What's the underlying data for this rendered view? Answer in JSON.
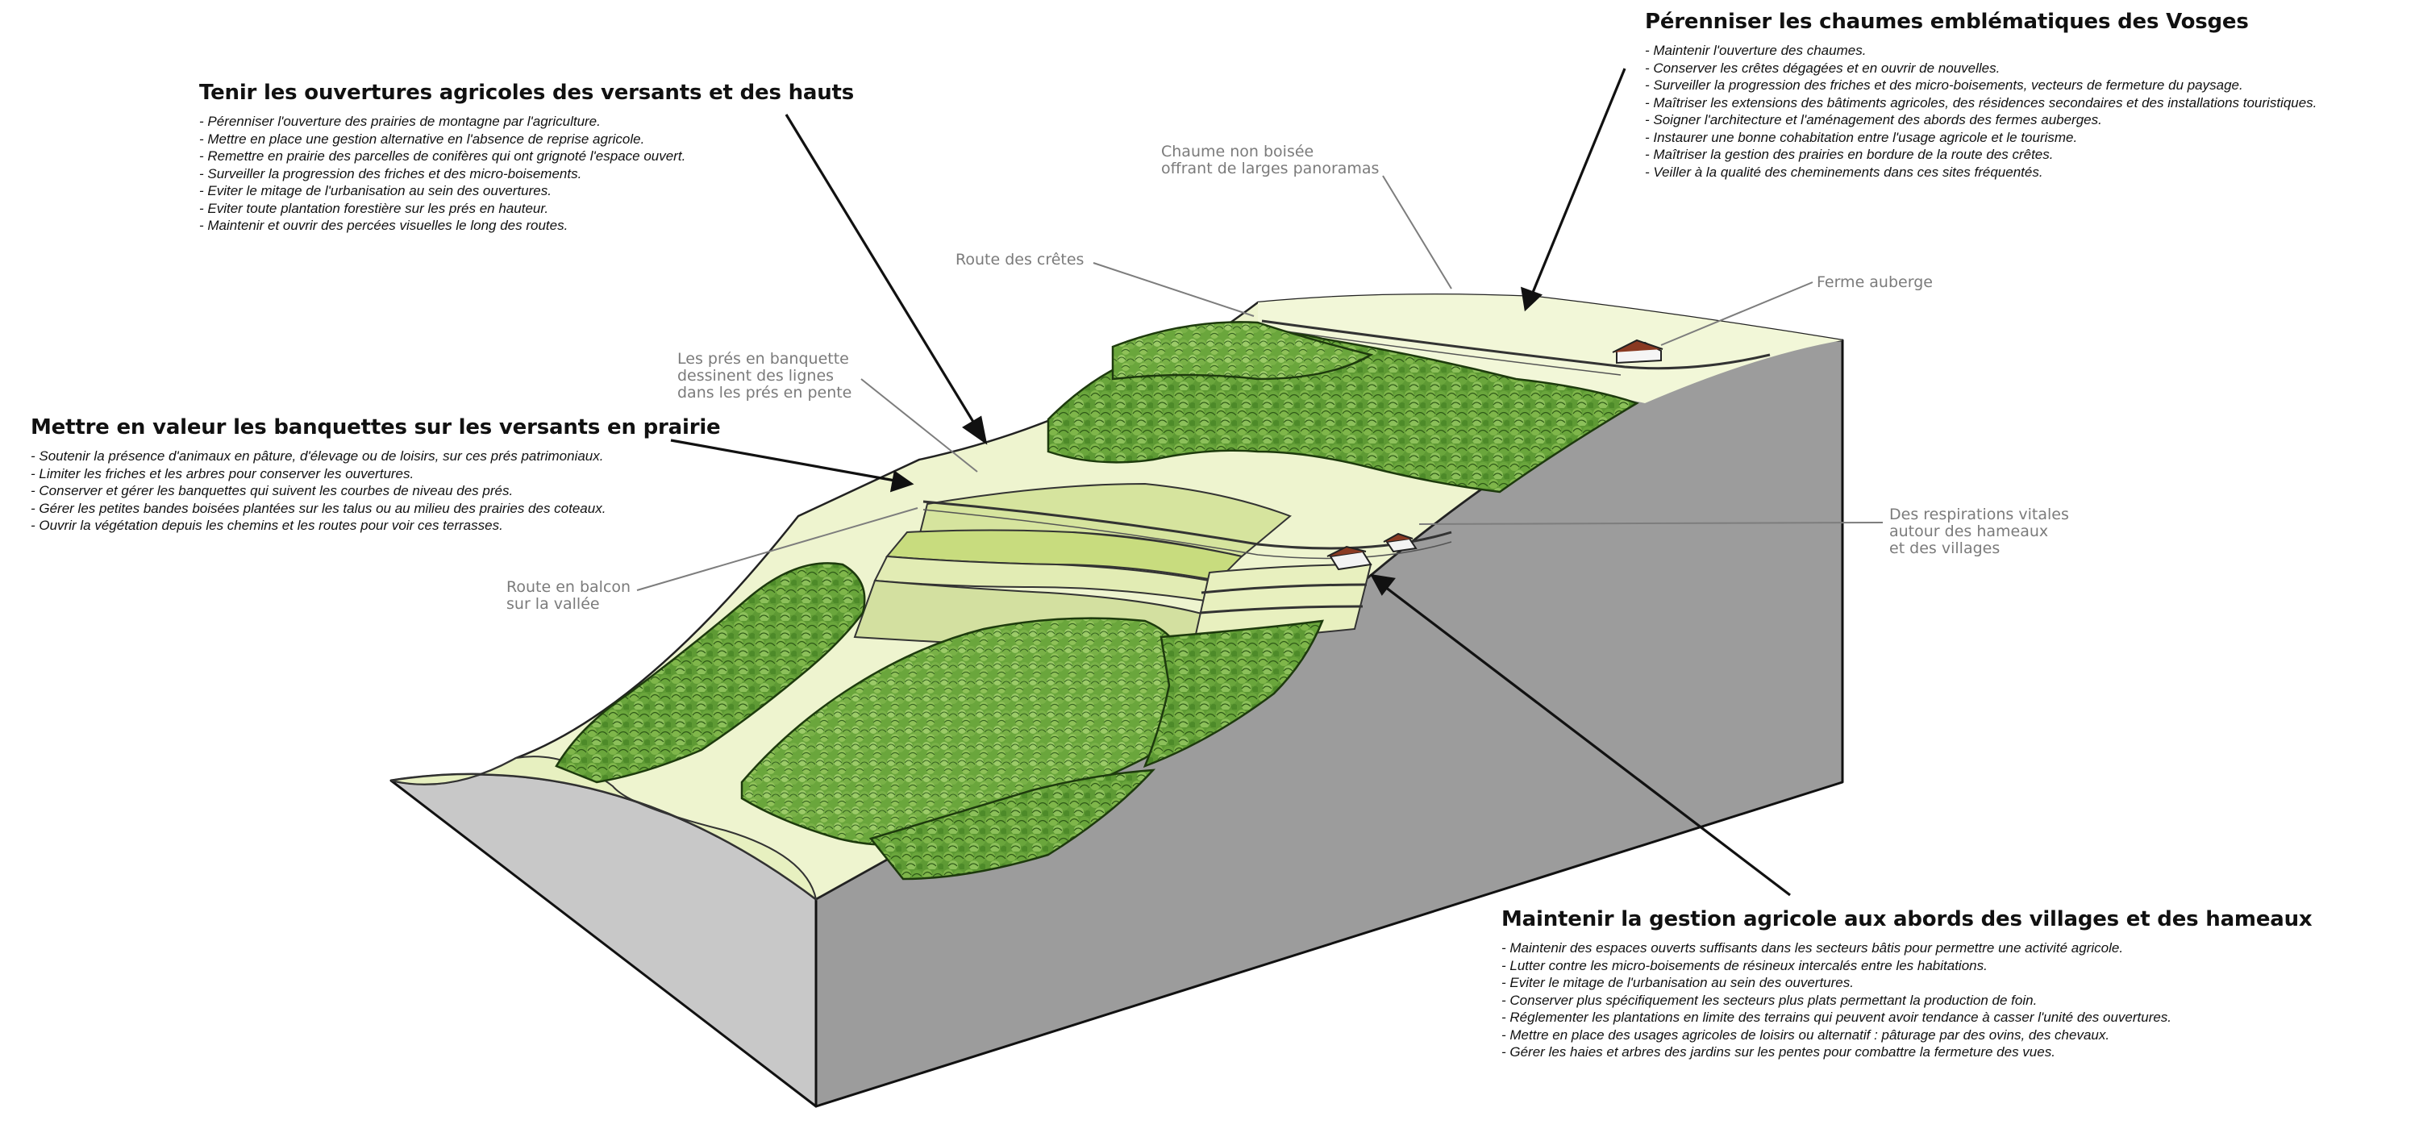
{
  "blocks": [
    {
      "title": "Tenir les ouvertures agricoles des versants et des hauts",
      "items": [
        "- Pérenniser l'ouverture des prairies de montagne par l'agriculture.",
        "- Mettre en place une gestion alternative en l'absence de reprise agricole.",
        "- Remettre en prairie des parcelles de conifères qui ont grignoté l'espace ouvert.",
        "- Surveiller la progression des friches et des micro-boisements.",
        "- Eviter le mitage de l'urbanisation au sein des ouvertures.",
        "- Eviter toute plantation forestière sur les prés en hauteur.",
        "- Maintenir et ouvrir des percées visuelles le long des routes."
      ]
    },
    {
      "title": "Pérenniser les chaumes emblématiques des Vosges",
      "items": [
        "- Maintenir l'ouverture des chaumes.",
        "- Conserver les crêtes dégagées et en ouvrir de nouvelles.",
        "- Surveiller la progression des friches et des micro-boisements, vecteurs de fermeture du paysage.",
        "- Maîtriser les extensions des bâtiments agricoles, des résidences secondaires et des installations touristiques.",
        "- Soigner l'architecture et l'aménagement des abords des fermes auberges.",
        "- Instaurer une bonne cohabitation entre l'usage agricole et le tourisme.",
        "- Maîtriser la gestion des prairies en bordure de la route des crêtes.",
        "- Veiller à la qualité des cheminements dans ces sites fréquentés."
      ]
    },
    {
      "title": "Mettre en valeur les banquettes  sur les versants en prairie",
      "items": [
        "- Soutenir la présence d'animaux en pâture, d'élevage ou de loisirs, sur ces prés patrimoniaux.",
        "- Limiter les friches et les arbres pour conserver les ouvertures.",
        "- Conserver et gérer les banquettes qui suivent les courbes de niveau des prés.",
        "- Gérer les petites bandes boisées plantées sur les talus ou au milieu des prairies des coteaux.",
        "- Ouvrir la végétation depuis les chemins et les routes pour voir ces terrasses."
      ]
    },
    {
      "title": "Maintenir la gestion agricole aux abords des villages et des hameaux",
      "items": [
        "- Maintenir des espaces ouverts suffisants dans les secteurs bâtis pour permettre une activité agricole.",
        "- Lutter contre les micro-boisements de résineux intercalés entre les habitations.",
        "- Eviter le mitage de l'urbanisation au sein des ouvertures.",
        "- Conserver plus spécifiquement les secteurs plus plats permettant la production de foin.",
        "- Réglementer les plantations en limite des terrains qui peuvent avoir tendance à casser l'unité des ouvertures.",
        "- Mettre en place des usages agricoles de loisirs ou alternatif : pâturage par des ovins, des chevaux.",
        "- Gérer les haies et arbres des jardins sur les pentes pour combattre la fermeture des vues."
      ]
    }
  ],
  "callouts": {
    "chaume": [
      "Chaume  non boisée",
      "offrant de larges panoramas"
    ],
    "route_cretes": [
      "Route des crêtes"
    ],
    "ferme": [
      "Ferme auberge"
    ],
    "pres": [
      "Les prés en banquette",
      "dessinent des lignes",
      "dans les prés en pente"
    ],
    "respirations": [
      "Des respirations vitales",
      "autour des hameaux",
      "et des villages"
    ],
    "balcon": [
      "Route en balcon",
      "sur la vallée"
    ]
  },
  "colors": {
    "meadow_light": "#eef4cf",
    "meadow_mid": "#d9e6a6",
    "meadow_strip": "#c8dc7e",
    "forest_dark": "#4f8a2c",
    "forest_mid": "#6ea53c",
    "forest_light": "#8fc158",
    "block_side_dark": "#9c9c9c",
    "block_side_light": "#c8c8c8",
    "callout_text": "#7b7b7b"
  }
}
